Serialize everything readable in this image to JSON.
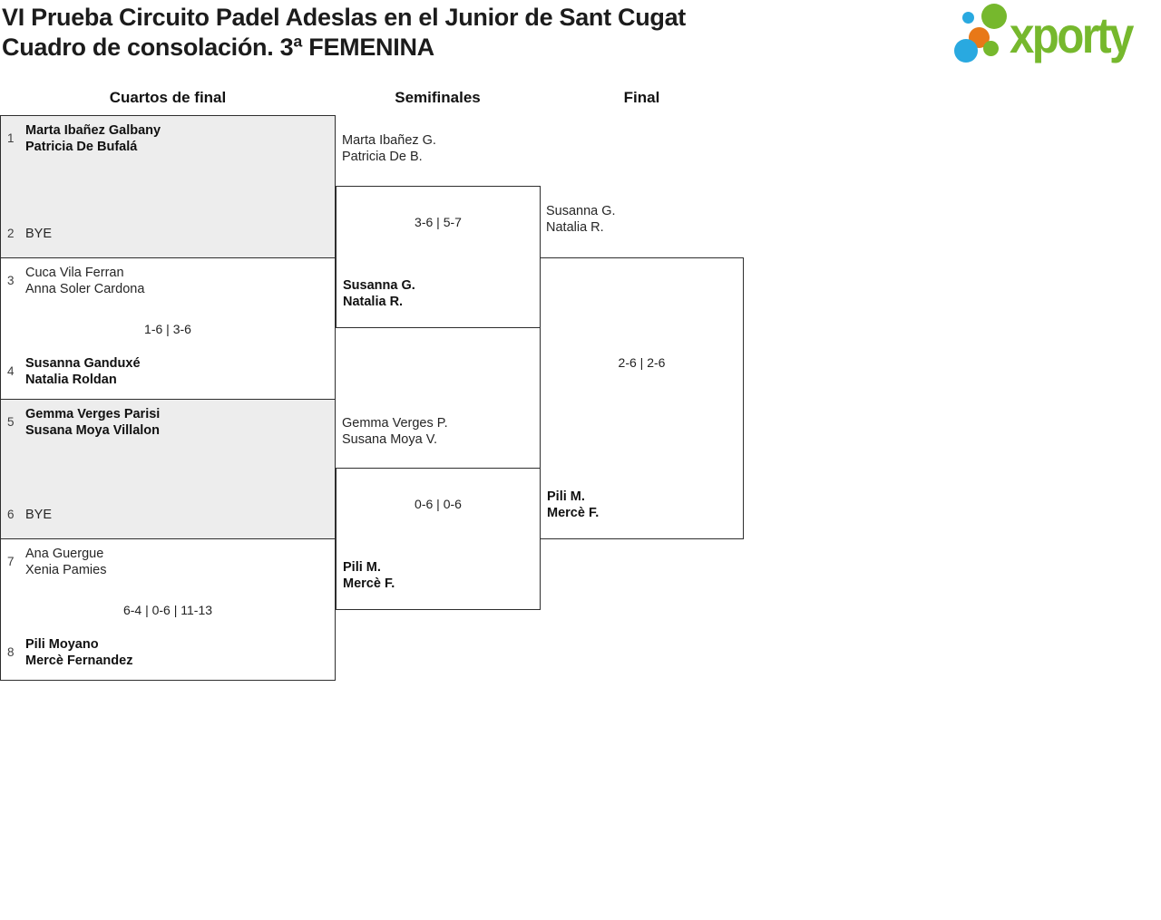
{
  "theme": {
    "brand-green": "#76b82d",
    "logo-blue": "#29a9e0",
    "logo-orange": "#e87817",
    "box-shade": "#ededed",
    "line-color": "#2e2e2e"
  },
  "header": {
    "title_line1": "VI Prueba Circuito Padel Adeslas en el Junior de Sant Cugat",
    "title_line2": "Cuadro de consolación. 3ª FEMENINA",
    "logo_text": "xporty"
  },
  "rounds": {
    "r1": "Cuartos de final",
    "r2": "Semifinales",
    "r3": "Final"
  },
  "quarterfinals": [
    {
      "seed1": "1",
      "team1": [
        "Marta Ibañez Galbany",
        "Patricia De Bufalá"
      ],
      "seed2": "2",
      "team2": [
        "BYE"
      ],
      "score": ""
    },
    {
      "seed1": "3",
      "team1": [
        "Cuca Vila Ferran",
        "Anna Soler Cardona"
      ],
      "seed2": "4",
      "team2": [
        "Susanna Ganduxé",
        "Natalia Roldan"
      ],
      "score": "1-6 | 3-6"
    },
    {
      "seed1": "5",
      "team1": [
        "Gemma Verges Parisi",
        "Susana Moya Villalon"
      ],
      "seed2": "6",
      "team2": [
        "BYE"
      ],
      "score": ""
    },
    {
      "seed1": "7",
      "team1": [
        "Ana Guergue",
        "Xenia Pamies"
      ],
      "seed2": "8",
      "team2": [
        "Pili Moyano",
        "Mercè Fernandez"
      ],
      "score": "6-4 | 0-6 | 11-13"
    }
  ],
  "semifinals": [
    {
      "team1": [
        "Marta Ibañez G.",
        "Patricia De B."
      ],
      "team2": [
        "Susanna G.",
        "Natalia R."
      ],
      "score": "3-6 | 5-7"
    },
    {
      "team1": [
        "Gemma Verges P.",
        "Susana Moya V."
      ],
      "team2": [
        "Pili M.",
        "Mercè F."
      ],
      "score": "0-6 | 0-6"
    }
  ],
  "final": {
    "team1": [
      "Susanna G.",
      "Natalia R."
    ],
    "team2": [
      "Pili M.",
      "Mercè F."
    ],
    "score": "2-6 | 2-6"
  }
}
